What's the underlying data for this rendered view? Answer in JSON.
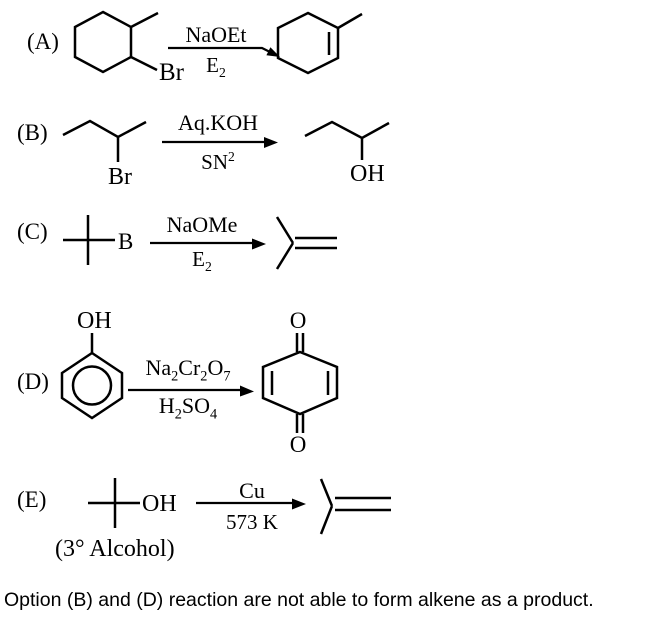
{
  "background_color": "#ffffff",
  "ink_color": "#000000",
  "reactions": [
    {
      "id": "A",
      "label": "(A)",
      "reactant": {
        "substituent": "Br"
      },
      "arrow": {
        "top_parts": [
          {
            "t": "NaOEt"
          }
        ],
        "bottom_parts": [
          {
            "t": "E"
          },
          {
            "sub": "2"
          }
        ]
      },
      "product": {}
    },
    {
      "id": "B",
      "label": "(B)",
      "reactant": {
        "substituent": "Br"
      },
      "arrow": {
        "top_parts": [
          {
            "t": "Aq.KOH"
          }
        ],
        "bottom_parts": [
          {
            "t": "SN"
          },
          {
            "sup": "2"
          }
        ]
      },
      "product": {
        "substituent": "OH"
      }
    },
    {
      "id": "C",
      "label": "(C)",
      "reactant": {
        "substituent": "B"
      },
      "arrow": {
        "top_parts": [
          {
            "t": "NaOMe"
          }
        ],
        "bottom_parts": [
          {
            "t": "E"
          },
          {
            "sub": "2"
          }
        ]
      },
      "product": {}
    },
    {
      "id": "D",
      "label": "(D)",
      "reactant": {
        "substituent": "OH"
      },
      "arrow": {
        "top_parts": [
          {
            "t": "Na"
          },
          {
            "sub": "2"
          },
          {
            "t": "Cr"
          },
          {
            "sub": "2"
          },
          {
            "t": "O"
          },
          {
            "sub": "7"
          }
        ],
        "bottom_parts": [
          {
            "t": "H"
          },
          {
            "sub": "2"
          },
          {
            "t": "SO"
          },
          {
            "sub": "4"
          }
        ]
      },
      "product": {
        "top_atom": "O",
        "bottom_atom": "O"
      }
    },
    {
      "id": "E",
      "label": "(E)",
      "reactant": {
        "substituent": "OH",
        "note": "(3° Alcohol)"
      },
      "arrow": {
        "top_parts": [
          {
            "t": "Cu"
          }
        ],
        "bottom_parts": [
          {
            "t": "573 K"
          }
        ]
      },
      "product": {}
    }
  ],
  "footer": {
    "text": "Option (B) and (D) reaction are not able to form alkene as a product."
  }
}
